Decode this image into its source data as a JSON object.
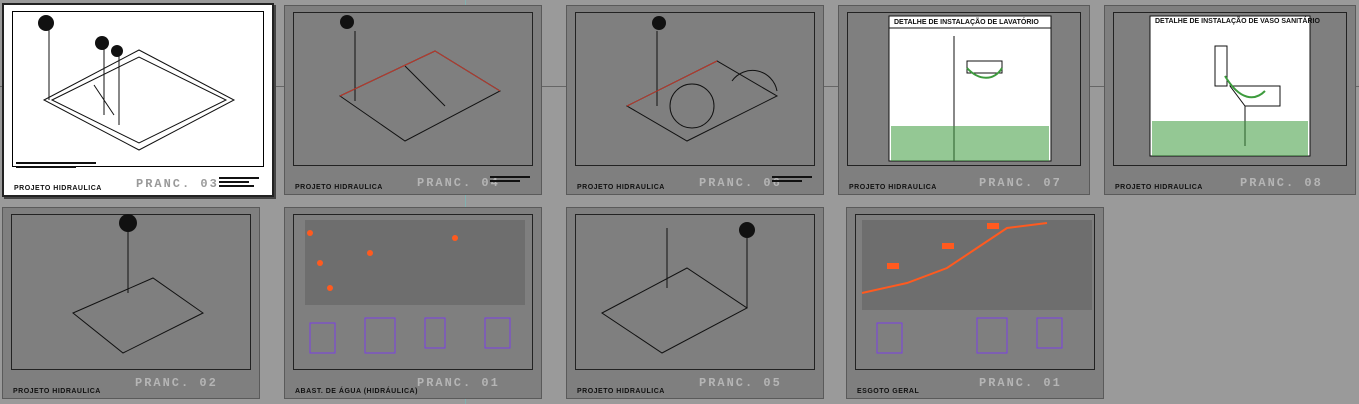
{
  "sheets": [
    {
      "id": "s1",
      "prancha": "PRANC. 03",
      "caption": "PROJETO HIDRAULICA",
      "active": true,
      "kind": "iso"
    },
    {
      "id": "s2",
      "prancha": "PRANC. 04",
      "caption": "PROJETO HIDRAULICA",
      "active": false,
      "kind": "iso"
    },
    {
      "id": "s3",
      "prancha": "PRANC. 06",
      "caption": "PROJETO HIDRAULICA",
      "active": false,
      "kind": "iso"
    },
    {
      "id": "s4",
      "prancha": "PRANC. 07",
      "caption": "PROJETO HIDRAULICA",
      "active": false,
      "kind": "detail",
      "detail_title": "DETALHE DE INSTALAÇÃO DE LAVATÓRIO"
    },
    {
      "id": "s5",
      "prancha": "PRANC. 08",
      "caption": "PROJETO HIDRAULICA",
      "active": false,
      "kind": "detail",
      "detail_title": "DETALHE DE INSTALAÇÃO DE VASO SANITÁRIO"
    },
    {
      "id": "s6",
      "prancha": "PRANC. 02",
      "caption": "PROJETO HIDRAULICA",
      "active": false,
      "kind": "iso"
    },
    {
      "id": "s7",
      "prancha": "PRANC. 01",
      "caption": "ABAST. DE ÁGUA (HIDRÁULICA)",
      "active": false,
      "kind": "site"
    },
    {
      "id": "s8",
      "prancha": "PRANC. 05",
      "caption": "PROJETO HIDRAULICA",
      "active": false,
      "kind": "iso"
    },
    {
      "id": "s9",
      "prancha": "PRANC. 01",
      "caption": "ESGOTO GERAL",
      "active": false,
      "kind": "site"
    }
  ],
  "colors": {
    "canvas": "#9a9a9a",
    "sheet": "#7f7f7f",
    "active_sheet": "#ffffff",
    "line_red": "#c0392b",
    "line_orange": "#ff5a1f",
    "line_purple": "#7b3fe4",
    "line_green": "#3d9b3d"
  }
}
